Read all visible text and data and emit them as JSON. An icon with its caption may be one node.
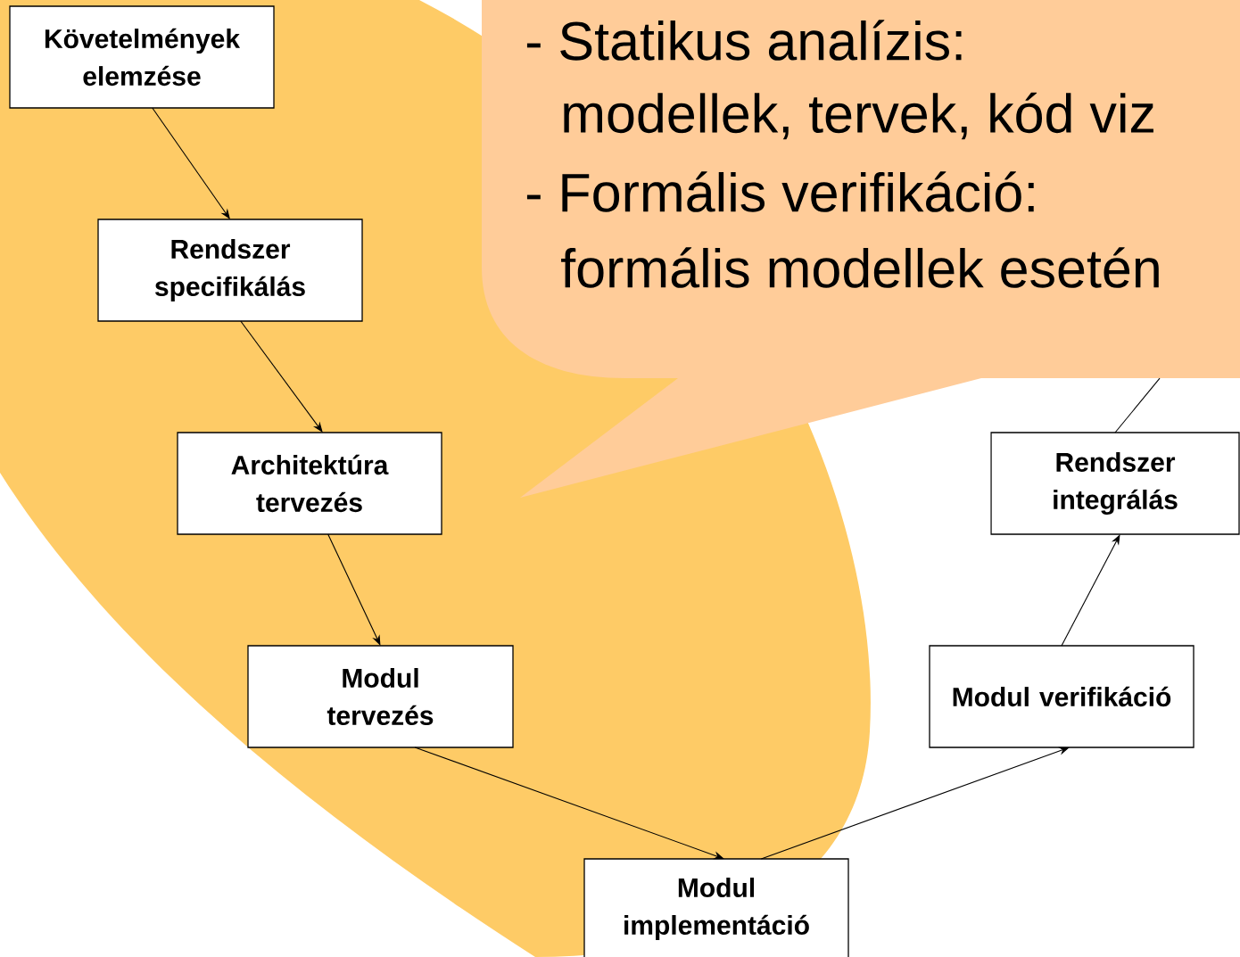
{
  "diagram": {
    "nodes": [
      {
        "text": [
          "Követelmények elemzése"
        ]
      },
      {
        "text": [
          "Rendszer specifikálás"
        ]
      },
      {
        "text": [
          "Architektúra tervezés"
        ]
      },
      {
        "text": [
          "Modul tervezés"
        ]
      },
      {
        "text": [
          "Modul implementáció"
        ]
      },
      {
        "text": [
          "Modul verifikáció"
        ]
      },
      {
        "text": [
          "Rendszer integrálás"
        ]
      },
      {
        "text": [
          "- Statikus analízis:",
          "modellek, tervek, kód viz",
          "- Formális verifikáció:",
          "formális modellek esetén"
        ]
      }
    ],
    "edges": [
      {
        "from": 0,
        "to": 1,
        "arrow": "to"
      },
      {
        "from": 1,
        "to": 2,
        "arrow": "to"
      },
      {
        "from": 2,
        "to": 3,
        "arrow": "to"
      },
      {
        "from": 3,
        "to": 4,
        "arrow": "to"
      },
      {
        "from": 4,
        "to": 5,
        "arrow": "to"
      },
      {
        "from": 5,
        "to": 6,
        "arrow": "to"
      },
      {
        "from": 6,
        "to": 7,
        "arrow": "none"
      }
    ]
  }
}
